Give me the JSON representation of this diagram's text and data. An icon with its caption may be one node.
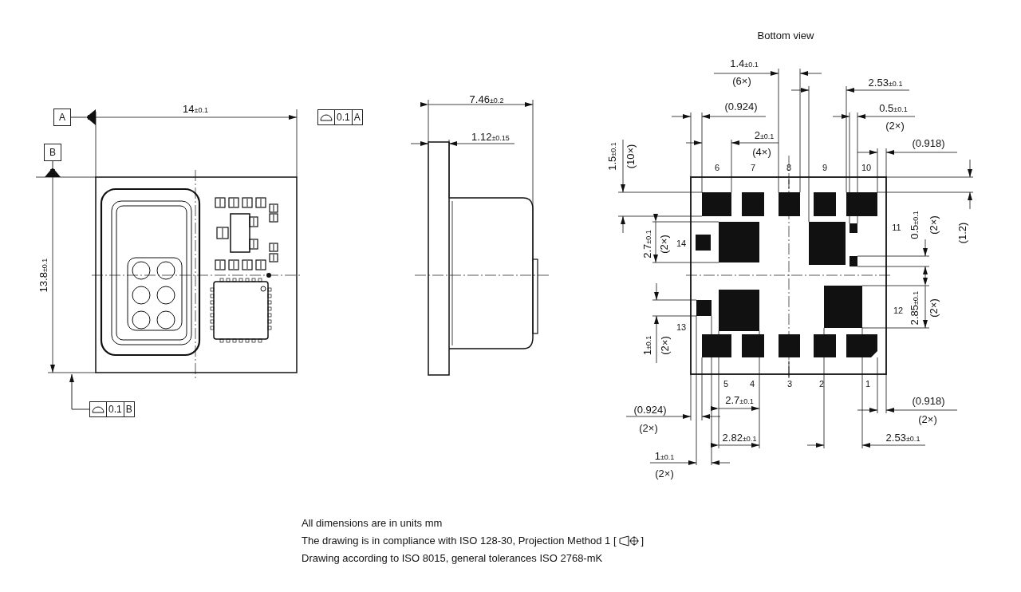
{
  "diagram": {
    "nodes": [
      {
        "text": [
          "A"
        ]
      },
      {
        "text": [
          "B"
        ]
      },
      {
        "text": [
          "0.1",
          "A"
        ]
      },
      {
        "text": [
          "0.1",
          "B"
        ]
      }
    ],
    "edges": [
      {
        "from": 0,
        "to": null,
        "arrow": "other"
      },
      {
        "from": 1,
        "to": null,
        "arrow": "other"
      },
      {
        "from": 3,
        "to": null,
        "arrow": "to"
      }
    ],
    "labels": [
      "Bottom view",
      "14$_{±0.1}$",
      "7.46$_{±0.2}$",
      "1.12$_{±0.15}$",
      "13.8$_{±0.1}$",
      "1.4$_{±0.1}$",
      "(6×)",
      "2.53$_{±0.1}$",
      "(0.924)",
      "0.5$_{±0.1}$",
      "(2×)",
      "2$_{±0.1}$",
      "(4×)",
      "(0.918)",
      "1.5$_{±0.1}$",
      "(10×)",
      "6",
      "7",
      "8",
      "9",
      "10",
      "11",
      "0.5$_{±0.1}$",
      "(2×)",
      "(1.2)",
      "2.7$_{±0.1}$",
      "(2×)",
      "14",
      "12",
      "2.85$_{±0.1}$",
      "(2×)",
      "13",
      "1$_{±0.1}$",
      "(2×)",
      "5",
      "4",
      "3",
      "2",
      "1",
      "2.7$_{±0.1}$",
      "(0.918)",
      "(0.924)",
      "(2×)",
      "(2×)",
      "2.82$_{±0.1}$",
      "2.53$_{±0.1}$",
      "1$_{±0.1}$",
      "(2×)",
      "All dimensions are in units mm",
      "The drawing is in compliance with ISO 128-30, Projection Method 1 [",
      "]",
      "Drawing according to ISO 8015, general tolerances ISO 2768-mK"
    ]
  }
}
